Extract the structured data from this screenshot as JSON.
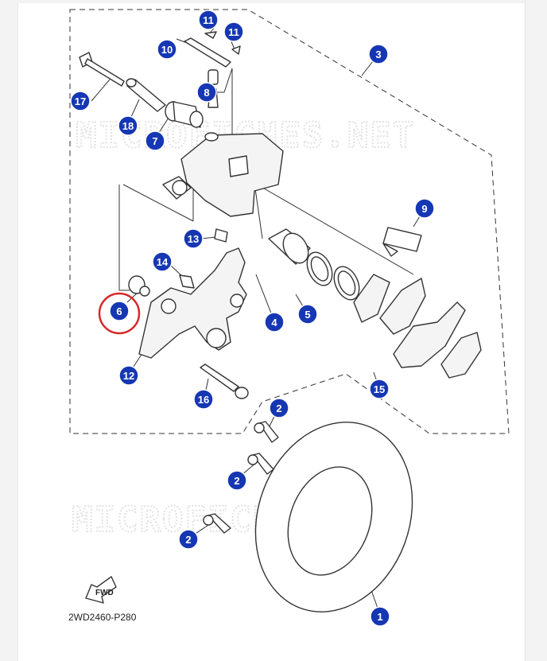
{
  "watermark_text": "MICROFICHES.NET",
  "diagram_code": "2WD2460-P280",
  "fwd_label": "FWD",
  "highlight_color": "#d62828",
  "callout_color": "#1637b3",
  "callouts": [
    {
      "id": "11",
      "label": "11"
    },
    {
      "id": "11b",
      "label": "11"
    },
    {
      "id": "10",
      "label": "10"
    },
    {
      "id": "3",
      "label": "3"
    },
    {
      "id": "17",
      "label": "17"
    },
    {
      "id": "8",
      "label": "8"
    },
    {
      "id": "18",
      "label": "18"
    },
    {
      "id": "7",
      "label": "7"
    },
    {
      "id": "9",
      "label": "9"
    },
    {
      "id": "13",
      "label": "13"
    },
    {
      "id": "14",
      "label": "14"
    },
    {
      "id": "6",
      "label": "6"
    },
    {
      "id": "5",
      "label": "5"
    },
    {
      "id": "4",
      "label": "4"
    },
    {
      "id": "12",
      "label": "12"
    },
    {
      "id": "16",
      "label": "16"
    },
    {
      "id": "15",
      "label": "15"
    },
    {
      "id": "2a",
      "label": "2"
    },
    {
      "id": "2b",
      "label": "2"
    },
    {
      "id": "2c",
      "label": "2"
    },
    {
      "id": "1",
      "label": "1"
    }
  ],
  "highlighted_callout": "6"
}
